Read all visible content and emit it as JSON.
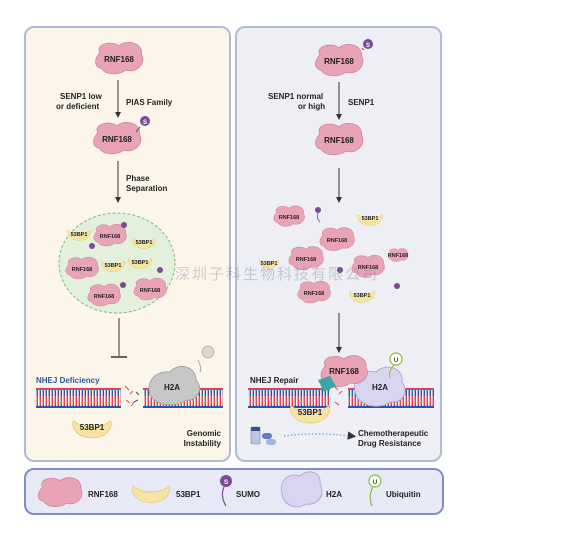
{
  "left": {
    "rnf_top": "RNF168",
    "senp1_low": "SENP1 low",
    "senp1_low2": "or  deficient",
    "pias": "PIAS Family",
    "rnf_mid": "RNF168",
    "phase1": "Phase",
    "phase2": "Separation",
    "condensate": {
      "rnf": "RNF168",
      "bp": "53BP1"
    },
    "nhej_def": "NHEJ Deficiency",
    "h2a": "H2A",
    "bp_free": "53BP1",
    "genomic1": "Genomic",
    "genomic2": "Instability"
  },
  "right": {
    "rnf_top": "RNF168",
    "senp1_normal": "SENP1 normal",
    "senp1_normal2": "or high",
    "senp1": "SENP1",
    "rnf_mid": "RNF168",
    "scatter": {
      "rnf": "RNF168",
      "bp": "53BP1"
    },
    "nhej_repair": "NHEJ Repair",
    "rnf_repair": "RNF168",
    "h2a": "H2A",
    "bp_repair": "53BP1",
    "chemo1": "Chemotherapeutic",
    "chemo2": "Drug Resistance"
  },
  "badges": {
    "sumo": "S",
    "ubiquitin": "U"
  },
  "legend": {
    "rnf168": "RNF168",
    "bp53": "53BP1",
    "sumo": "SUMO",
    "h2a": "H2A",
    "ubiquitin": "Ubiquitin"
  },
  "watermark": "深圳子科生物科技有限公司",
  "colors": {
    "rnf": "#e8a3b6",
    "bp": "#f7e3a2",
    "sumo": "#7a4a94",
    "h2a": "#d9d4ef",
    "ub": "#8dbb3c",
    "dna_red": "#d9435a",
    "dna_blue": "#2c56a3"
  }
}
